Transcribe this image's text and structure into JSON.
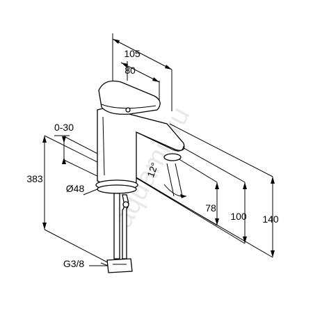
{
  "drawing": {
    "dimensions": {
      "overall_reach": "105",
      "spout_reach": "80",
      "swivel_range": "0-30",
      "body_height": "383",
      "base_diameter": "Ø48",
      "tilt_angle": "12°",
      "outlet_height": "78",
      "lever_height": "100",
      "total_height": "140",
      "connection_thread": "G3/8"
    },
    "watermark": "aquamir.ru"
  }
}
